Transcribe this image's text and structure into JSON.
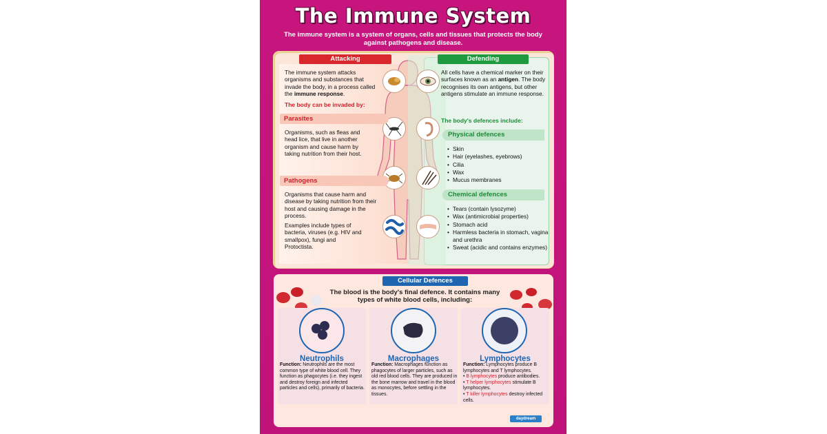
{
  "title": "The Immune System",
  "subtitle": "The immune system is a system of organs, cells and tissues that protects the body against pathogens and disease.",
  "attacking": {
    "header": "Attacking",
    "intro_a": "The immune system attacks organisms and substances that invade the body, in a process called the ",
    "intro_b": "immune response",
    "intro_c": ".",
    "invaded_heading": "The body can be invaded by:",
    "parasites_title": "Parasites",
    "parasites_text": "Organisms, such as fleas and head lice, that live in another organism and cause harm by taking nutrition from their host.",
    "pathogens_title": "Pathogens",
    "pathogens_text": "Organisms that cause harm and disease by taking nutrition from their host and causing damage in the process.",
    "pathogens_examples": "Examples include types of bacteria, viruses (e.g. HIV and smallpox), fungi and Protoctista."
  },
  "defending": {
    "header": "Defending",
    "intro_a": "All cells have a chemical marker on their surfaces known as an ",
    "intro_b": "antigen",
    "intro_c": ". The body recognises its own antigens, but other antigens stimulate an immune response.",
    "defences_heading": "The body's defences include:",
    "physical_title": "Physical defences",
    "physical_items": [
      "Skin",
      "Hair (eyelashes, eyebrows)",
      "Cilia",
      "Wax",
      "Mucus membranes"
    ],
    "chemical_title": "Chemical defences",
    "chemical_items": [
      "Tears (contain lysozyme)",
      "Wax (antimicrobial properties)",
      "Stomach acid",
      "Harmless bacteria in stomach, vagina and urethra",
      "Sweat (acidic and contains enzymes)"
    ]
  },
  "cellular": {
    "header": "Cellular Defences",
    "intro": "The blood is the body's final defence. It contains many types of white blood cells, including:",
    "cells": [
      {
        "name": "Neutrophils",
        "function_label": "Function:",
        "function_text": " Neutrophils are the most common type of white blood cell. They function as phagocytes (i.e. they ingest and destroy foreign and infected particles and cells), primarily of bacteria."
      },
      {
        "name": "Macrophages",
        "function_label": "Function:",
        "function_text": " Macrophages function as phagocytes of larger particles, such as old red blood cells. They are produced in the bone marrow and travel in the blood as monocytes, before settling in the tissues."
      },
      {
        "name": "Lymphocytes",
        "function_label": "Function:",
        "function_text": " Lymphocytes produce B lymphocytes and T lymphocytes.",
        "b_label": "B lymphocytes",
        "b_text": " produce antibodies.",
        "th_label": "T helper lymphocytes",
        "th_text": " stimulate B lymphocytes.",
        "tk_label": "T killer lymphocytes",
        "tk_text": " destroy infected cells."
      }
    ]
  },
  "logo_text": "daydream",
  "colors": {
    "poster": "#c8157e",
    "attack": "#d9272e",
    "defend": "#1f9a3f",
    "cellular": "#1f66b2"
  }
}
